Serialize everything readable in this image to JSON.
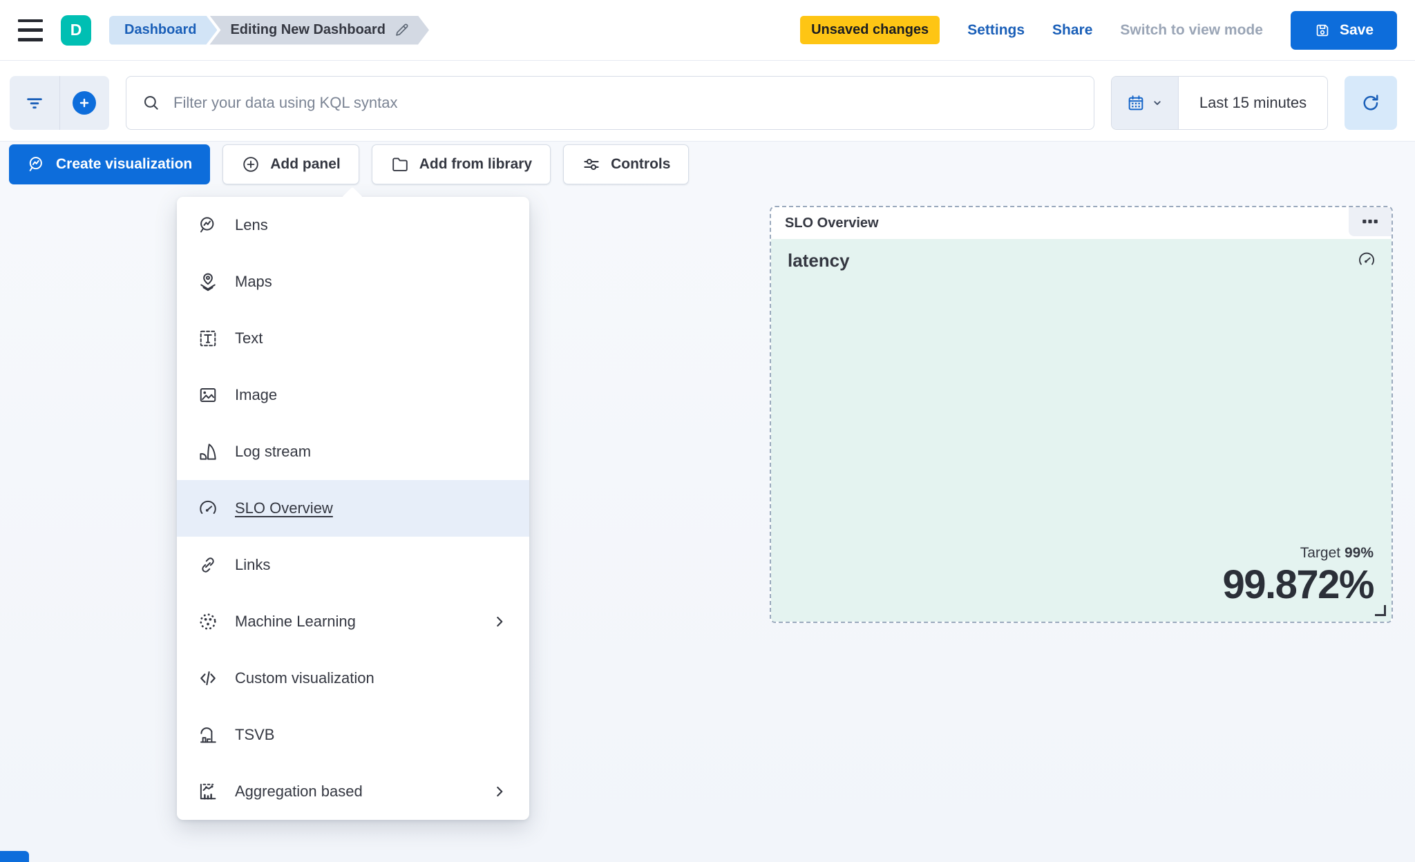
{
  "header": {
    "avatar_initial": "D",
    "breadcrumbs": [
      {
        "label": "Dashboard"
      },
      {
        "label": "Editing New Dashboard"
      }
    ],
    "badge": "Unsaved changes",
    "links": [
      "Settings",
      "Share"
    ],
    "view_mode_label": "Switch to view mode",
    "save_label": "Save"
  },
  "filter_bar": {
    "search_placeholder": "Filter your data using KQL syntax",
    "time_range": "Last 15 minutes"
  },
  "toolbar": {
    "create_viz": "Create visualization",
    "add_panel": "Add panel",
    "add_from_library": "Add from library",
    "controls": "Controls"
  },
  "menu": {
    "items": [
      {
        "label": "Lens"
      },
      {
        "label": "Maps"
      },
      {
        "label": "Text"
      },
      {
        "label": "Image"
      },
      {
        "label": "Log stream"
      },
      {
        "label": "SLO Overview",
        "selected": true
      },
      {
        "label": "Links"
      },
      {
        "label": "Machine Learning",
        "submenu": true
      },
      {
        "label": "Custom visualization"
      },
      {
        "label": "TSVB"
      },
      {
        "label": "Aggregation based",
        "submenu": true
      }
    ]
  },
  "panel": {
    "title": "SLO Overview",
    "slo_name": "latency",
    "target_label": "Target",
    "target_value": "99%",
    "value": "99.872%"
  },
  "colors": {
    "primary": "#0d6ddb",
    "link_blue": "#1a5fb8",
    "warning_badge": "#fec514",
    "avatar_teal": "#00bfb3",
    "panel_body": "#e4f3f0"
  }
}
